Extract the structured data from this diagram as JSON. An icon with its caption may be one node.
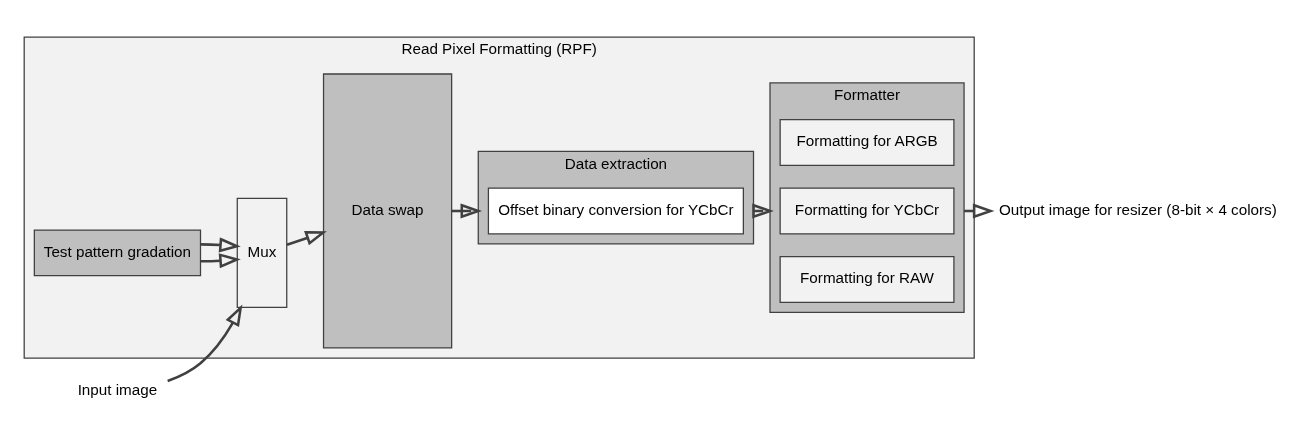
{
  "diagram": {
    "nodes": [
      {
        "text": [
          "Read Pixel Formatting (RPF)"
        ]
      },
      {
        "text": [
          "Input image"
        ]
      },
      {
        "text": [
          "Test pattern gradation"
        ],
        "in": 0
      },
      {
        "text": [
          "Mux"
        ],
        "in": 0
      },
      {
        "text": [
          "Data swap"
        ],
        "in": 0
      },
      {
        "text": [
          "Data extraction"
        ],
        "in": 0
      },
      {
        "text": [
          "Offset binary conversion for YCbCr"
        ],
        "in": 5
      },
      {
        "text": [
          "Formatter"
        ],
        "in": 0
      },
      {
        "text": [
          "Formatting for ARGB"
        ],
        "in": 7
      },
      {
        "text": [
          "Formatting for YCbCr"
        ],
        "in": 7
      },
      {
        "text": [
          "Formatting for RAW"
        ],
        "in": 7
      },
      {
        "text": [
          "Output image for resizer (8-bit × 4 colors)"
        ]
      }
    ],
    "edges": [
      {
        "from": 1,
        "to": 3,
        "arrow": "to"
      },
      {
        "from": 2,
        "to": 3,
        "arrow": "to"
      },
      {
        "from": 2,
        "to": 3,
        "arrow": "to"
      },
      {
        "from": 3,
        "to": 4,
        "arrow": "to"
      },
      {
        "from": 4,
        "to": 5,
        "arrow": "to"
      },
      {
        "from": 5,
        "to": 7,
        "arrow": "to"
      },
      {
        "from": 7,
        "to": 11,
        "arrow": "to"
      }
    ]
  }
}
